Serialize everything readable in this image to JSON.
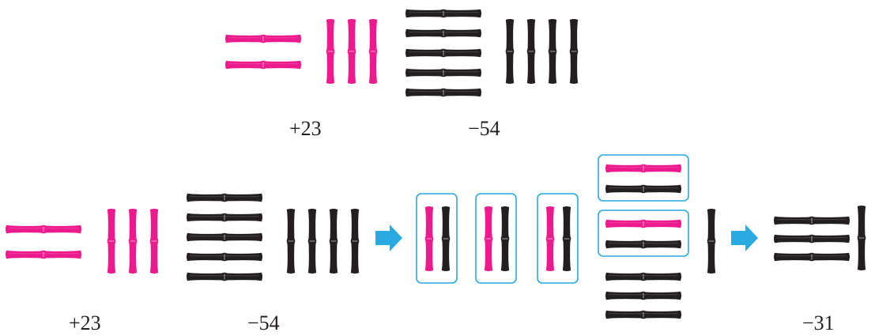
{
  "colors": {
    "positive_rod": "#ec1a8c",
    "negative_rod": "#231f20",
    "arrow": "#29abe2",
    "group_box": "#29a8df"
  },
  "row1": {
    "positive": {
      "label": "+23",
      "tens": 2,
      "ones": 3
    },
    "negative": {
      "label": "−54",
      "tens": 5,
      "ones": 4
    }
  },
  "row2": {
    "positive": {
      "label": "+23",
      "tens": 2,
      "ones": 3
    },
    "negative": {
      "label": "−54",
      "tens": 5,
      "ones": 4
    },
    "zero_pairs": {
      "ones": 3,
      "tens": 2
    },
    "remaining": {
      "tens": 3,
      "ones": 1
    },
    "result": {
      "label": "−31",
      "tens": 3,
      "ones": 1
    }
  },
  "icons": [
    "right-arrow-icon"
  ]
}
